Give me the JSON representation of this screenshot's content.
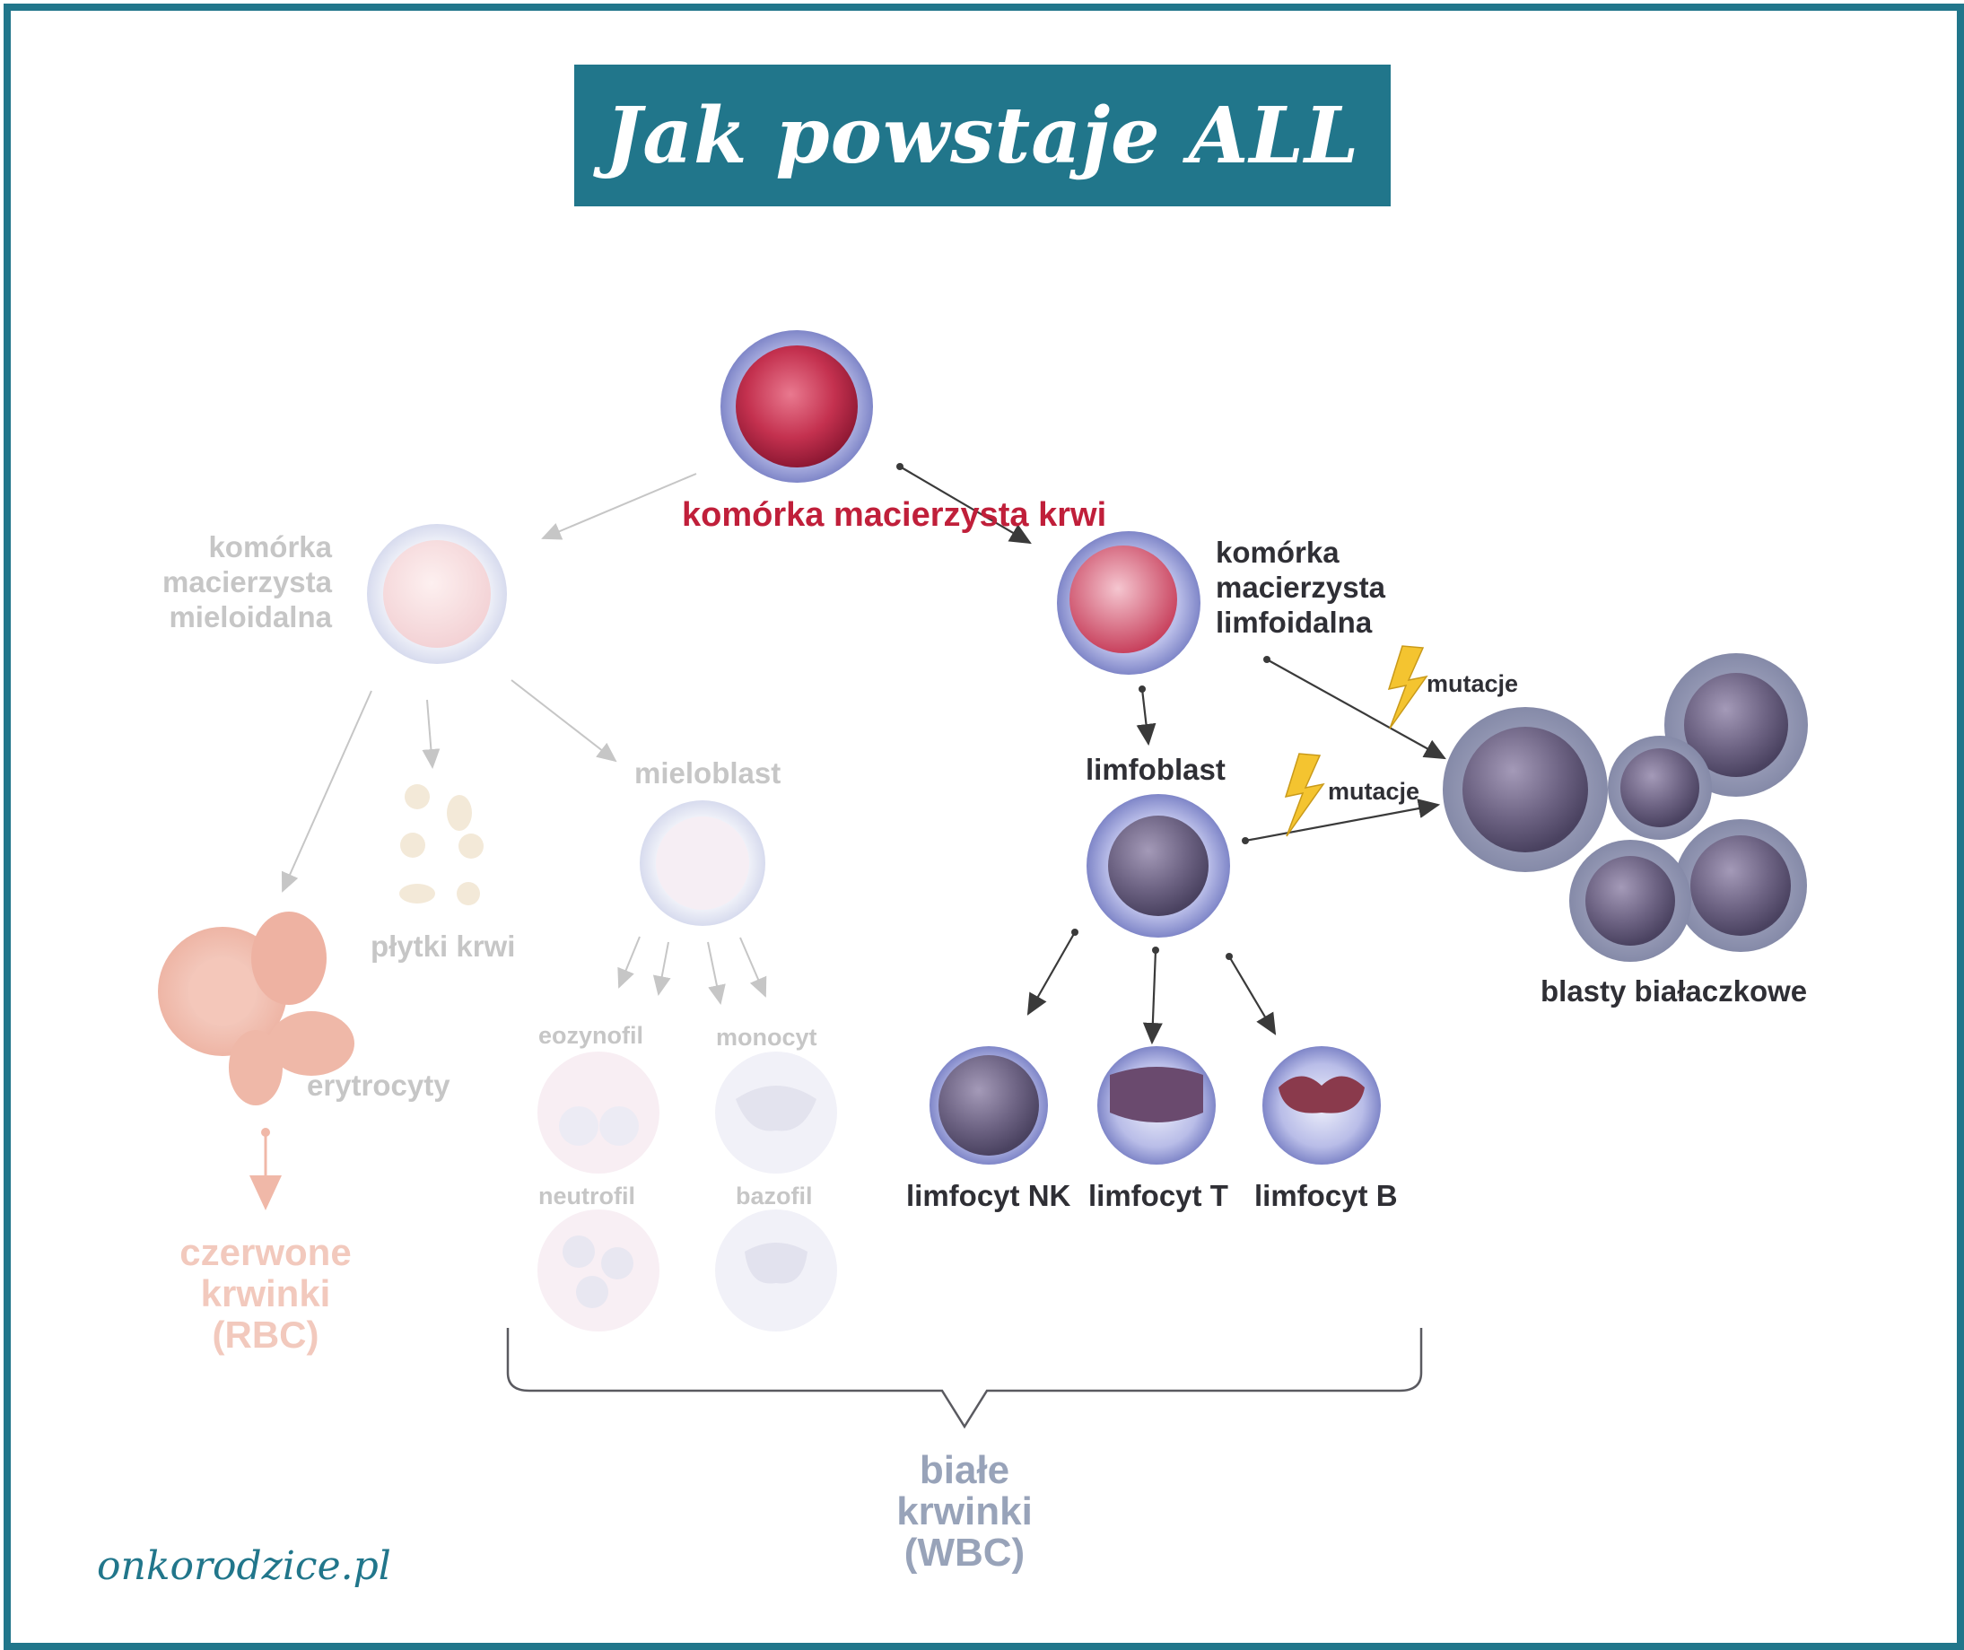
{
  "title": "Jak powstaje ALL",
  "nodes": {
    "hsc": "komórka macierzysta krwi",
    "myeloid": "komórka macierzysta mieloidalna",
    "lymphoid": "komórka macierzysta limfoidalna",
    "myeloblast": "mieloblast",
    "platelets": "płytki krwi",
    "erythrocytes": "erytrocyty",
    "eosinophil": "eozynofil",
    "monocyte": "monocyt",
    "neutrophil": "neutrofil",
    "basophil": "bazofil",
    "lymphoblast": "limfoblast",
    "nk": "limfocyt NK",
    "t_cell": "limfocyt T",
    "b_cell": "limfocyt B",
    "blasts": "blasty białaczkowe"
  },
  "mutation_label_1": "mutacje",
  "mutation_label_2": "mutacje",
  "rbc_group": "czerwone krwinki (RBC)",
  "wbc_group": "białe krwinki (WBC)",
  "site": "onkorodzice.pl",
  "colors": {
    "frame": "#21768b",
    "hsc_text": "#c01f3a",
    "active_text": "#2f2f35",
    "faded_text": "#c6c6c6",
    "rbc_text": "#f2c9bd",
    "wbc_text": "#98a3b9",
    "lightning": "#f4c430"
  }
}
